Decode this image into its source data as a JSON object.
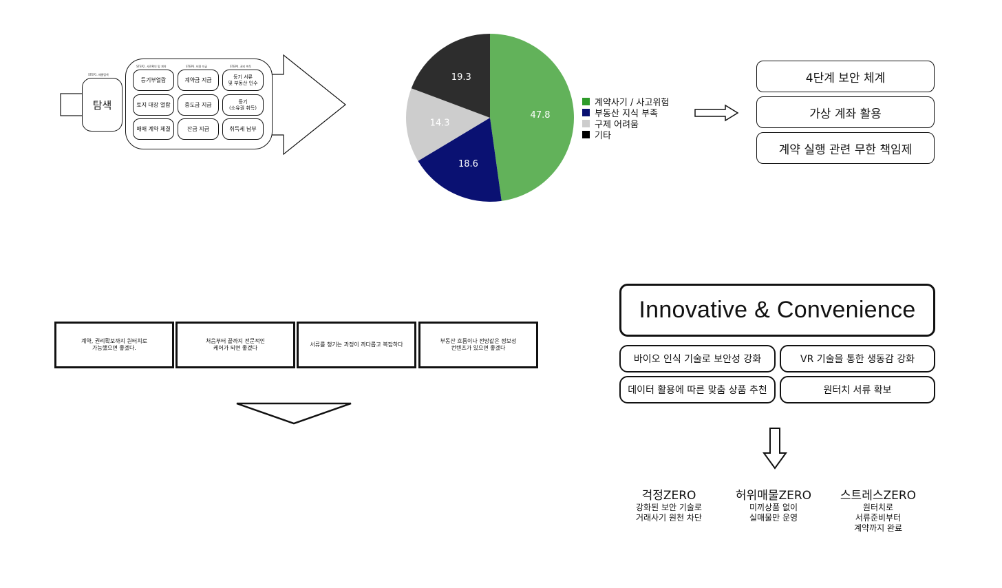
{
  "process": {
    "step1_label": "STEP1. 매물탐색",
    "search_label": "탐색",
    "step_labels": [
      "STEP2. 사전확인 및 계약",
      "STEP3. 비용 지급",
      "STEP4. 권리 취득"
    ],
    "cells": [
      [
        "등기부열람",
        "계약금 지급",
        "등기 서류\n및 부동산 인수"
      ],
      [
        "토지 대장 열람",
        "중도금 지급",
        "등기\n(소유권 취득)"
      ],
      [
        "매매 계약 체결",
        "잔금 지급",
        "취득세 납부"
      ]
    ]
  },
  "pie": {
    "slices": [
      {
        "label": "계약사기 / 사고위험",
        "value": 47.8,
        "color": "#62b25a"
      },
      {
        "label": "부동산 지식 부족",
        "value": 18.6,
        "color": "#0a1172"
      },
      {
        "label": "구제 어려움",
        "value": 14.3,
        "color": "#cdcdcd"
      },
      {
        "label": "기타",
        "value": 19.3,
        "color": "#2d2d2d"
      }
    ],
    "legend_colors": [
      "#2e9b2a",
      "#0a1172",
      "#cdcdcd",
      "#000000"
    ]
  },
  "solutions": [
    "4단계 보안 체계",
    "가상 계좌 활용",
    "계약 실행 관련 무한 책임제"
  ],
  "needs": [
    "계약, 권리확보까지 원터치로\n가능했으면 좋겠다.",
    "처음부터 끝까지 전문적인\n케어가 되면 좋겠다",
    "서류를 챙기는 과정이 까다롭고 복잡하다",
    "부동산 흐름이나 전망같은 정보성\n컨텐츠가 있으면 좋겠다"
  ],
  "innovation": {
    "title": "Innovative & Convenience",
    "features": [
      "바이오 인식 기술로 보안성 강화",
      "VR 기술을 통한 생동감 강화",
      "데이터 활용에 따른 맞춤 상품 추천",
      "원터치 서류 확보"
    ]
  },
  "zeros": [
    {
      "title": "걱정ZERO",
      "lines": [
        "강화된 보안 기술로",
        "거래사기 원천 차단"
      ]
    },
    {
      "title": "허위매물ZERO",
      "lines": [
        "미끼상품 없이",
        "실매물만 운영"
      ]
    },
    {
      "title": "스트레스ZERO",
      "lines": [
        "원터치로",
        "서류준비부터",
        "계약까지 완료"
      ]
    }
  ]
}
